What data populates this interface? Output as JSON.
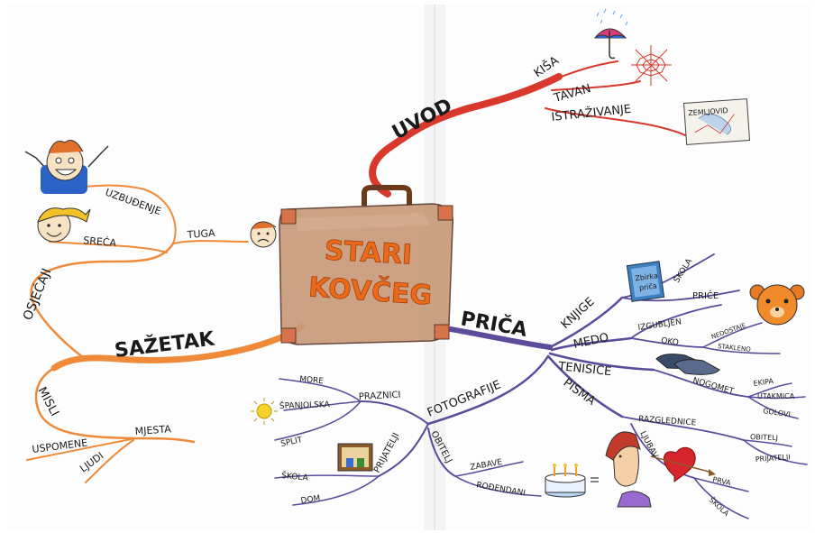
{
  "colors": {
    "uvod": "#d9382c",
    "sazetak": "#ee8a3a",
    "prica": "#5c4a9a",
    "suitcase": "#b57a55",
    "suitcase_text": "#e86a1a"
  },
  "center": {
    "line1": "STARI",
    "line2": "KOVČEG"
  },
  "uvod": {
    "label": "UVOD",
    "children": [
      "KIŠA",
      "TAVAN",
      "ISTRAŽIVANJE"
    ],
    "map_label": "ZEMLJOVID"
  },
  "sazetak": {
    "label": "SAŽETAK",
    "osjecaji": {
      "label": "OSJEĆAJI",
      "children": [
        "UZBUĐENJE",
        "SREĆA",
        "TUGA"
      ]
    },
    "misli": {
      "label": "MISLI",
      "children": [
        "MJESTA",
        "USPOMENE",
        "LJUDI"
      ]
    }
  },
  "prica": {
    "label": "PRIČA",
    "knjige": {
      "label": "KNJIGE",
      "children": [
        "ŠKOLA",
        "PRIČE"
      ],
      "book_line1": "Zbirka",
      "book_line2": "priča"
    },
    "medo": {
      "label": "MEDO",
      "children": [
        "IZGUBLJEN",
        "OKO",
        "NEDOSTAJE",
        "STAKLENO"
      ]
    },
    "tenisice": {
      "label": "TENISICE",
      "children": [
        "NOGOMET",
        "EKIPA",
        "UTAKMICA",
        "GOLOVI"
      ]
    },
    "pisma": {
      "label": "PISMA",
      "children": [
        "RAZGLEDNICE",
        "OBITELJ",
        "PRIJATELJI",
        "LJUBAV",
        "PRVA",
        "ŠKOLA"
      ]
    },
    "fotografije": {
      "label": "FOTOGRAFIJE",
      "praznici": {
        "label": "PRAZNICI",
        "children": [
          "MORE",
          "ŠPANJOLSKA",
          "SPLIT"
        ]
      },
      "prijatelji": {
        "label": "PRIJATELJI",
        "children": [
          "ŠKOLA",
          "DOM"
        ]
      },
      "obitelj": {
        "label": "OBITELJ",
        "children": [
          "ZABAVE",
          "ROĐENDANI"
        ]
      }
    }
  }
}
